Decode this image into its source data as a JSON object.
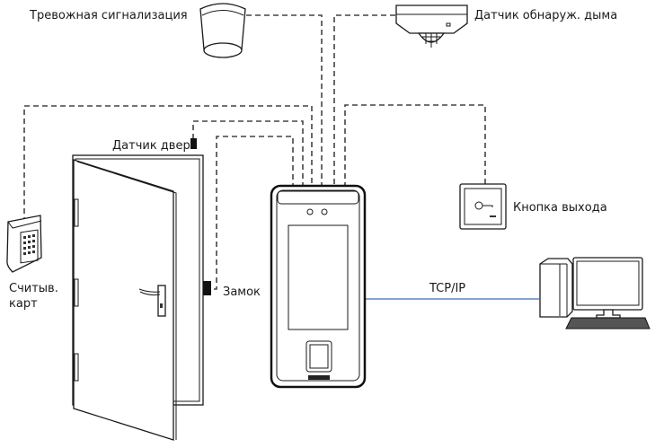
{
  "labels": {
    "alarm": "Тревожная  сигнализация",
    "smoke": "Датчик обнаруж. дыма",
    "door_sensor": "Датчик двер",
    "lock": "Замок",
    "exit_button": "Кнопка выхода",
    "reader_line1": "Считыв.",
    "reader_line2": "карт",
    "tcpip": "TCP/IP"
  },
  "colors": {
    "network_line": "#3a6fb0",
    "wires": "#444444"
  }
}
